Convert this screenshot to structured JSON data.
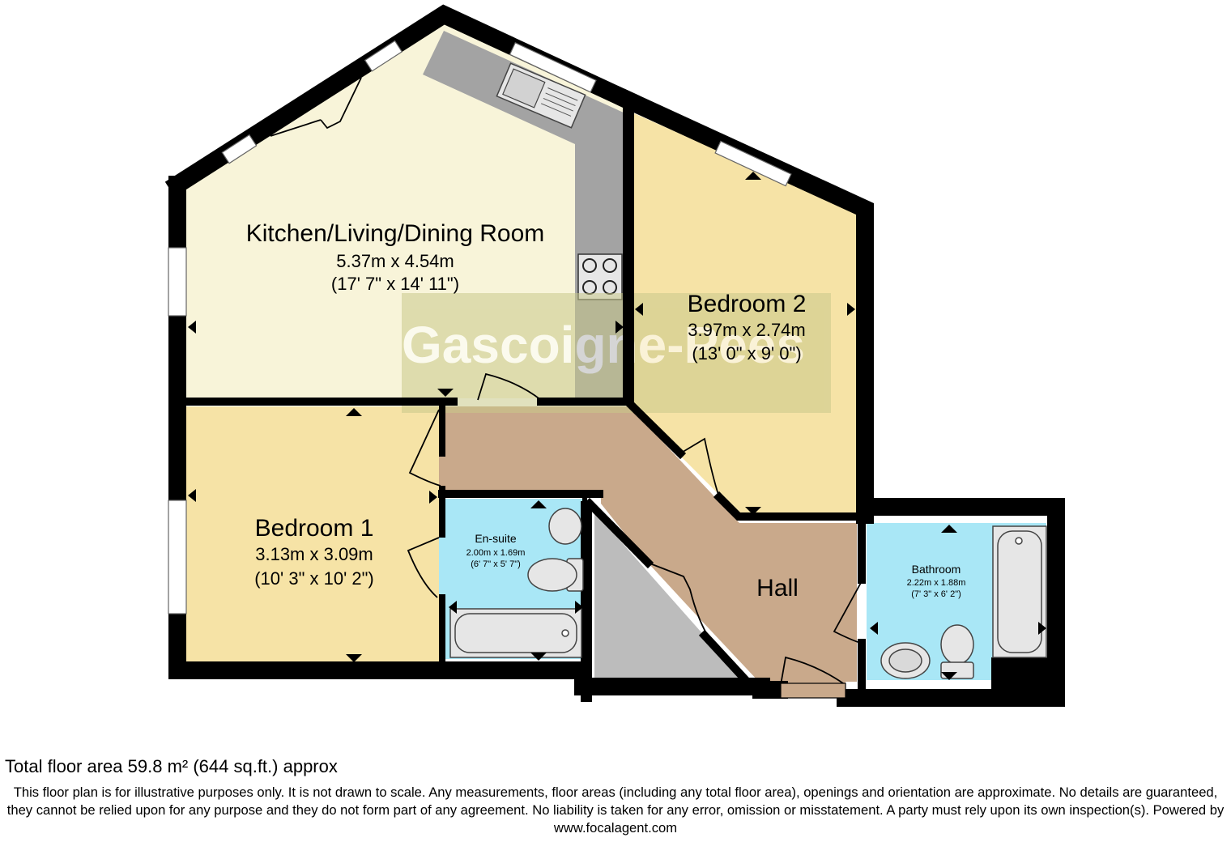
{
  "watermark": "Gascoigne-Pees",
  "rooms": {
    "kitchen": {
      "name": "Kitchen/Living/Dining Room",
      "metric": "5.37m x 4.54m",
      "imperial": "(17' 7\" x 14' 11\")"
    },
    "bedroom2": {
      "name": "Bedroom 2",
      "metric": "3.97m x 2.74m",
      "imperial": "(13' 0\" x 9' 0\")"
    },
    "bedroom1": {
      "name": "Bedroom 1",
      "metric": "3.13m x 3.09m",
      "imperial": "(10' 3\" x 10' 2\")"
    },
    "ensuite": {
      "name": "En-suite",
      "metric": "2.00m x 1.69m",
      "imperial": "(6' 7\" x 5' 7\")"
    },
    "hall": {
      "name": "Hall"
    },
    "bathroom": {
      "name": "Bathroom",
      "metric": "2.22m x 1.88m",
      "imperial": "(7' 3\" x 6' 2\")"
    }
  },
  "colors": {
    "kitchen": "#f8f4d9",
    "bedroom": "#f6e3a6",
    "hall": "#c9a98b",
    "wet": "#a9e7f6",
    "storage": "#bcbcbc",
    "worktop": "#a3a3a3",
    "wall": "#000000",
    "watermark_bg": "#c9c98a"
  },
  "footer": {
    "total_area": "Total floor area 59.8 m² (644 sq.ft.) approx",
    "disclaimer": "This floor plan is for illustrative purposes only. It is not drawn to scale. Any measurements, floor areas (including any total floor area), openings and orientation are approximate. No details are guaranteed, they cannot be relied upon for any purpose and they do not form part of any agreement. No liability is taken for any error, omission or misstatement. A party must rely upon its own inspection(s). Powered by www.focalagent.com"
  }
}
